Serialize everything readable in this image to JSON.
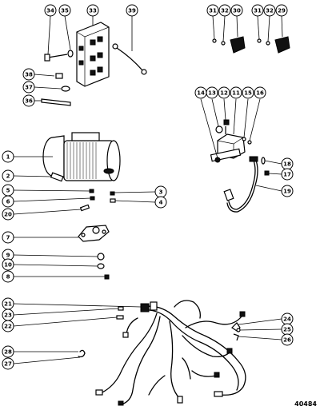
{
  "callouts": [
    {
      "label": "34"
    },
    {
      "label": "35"
    },
    {
      "label": "33"
    },
    {
      "label": "39"
    },
    {
      "label": "38"
    },
    {
      "label": "37"
    },
    {
      "label": "36"
    },
    {
      "label": "31"
    },
    {
      "label": "32"
    },
    {
      "label": "30"
    },
    {
      "label": "31"
    },
    {
      "label": "32"
    },
    {
      "label": "29"
    },
    {
      "label": "14"
    },
    {
      "label": "13"
    },
    {
      "label": "12"
    },
    {
      "label": "11"
    },
    {
      "label": "15"
    },
    {
      "label": "16"
    },
    {
      "label": "18"
    },
    {
      "label": "17"
    },
    {
      "label": "19"
    },
    {
      "label": "1"
    },
    {
      "label": "2"
    },
    {
      "label": "5"
    },
    {
      "label": "6"
    },
    {
      "label": "20"
    },
    {
      "label": "3"
    },
    {
      "label": "4"
    },
    {
      "label": "7"
    },
    {
      "label": "9"
    },
    {
      "label": "10"
    },
    {
      "label": "8"
    },
    {
      "label": "21"
    },
    {
      "label": "23"
    },
    {
      "label": "22"
    },
    {
      "label": "24"
    },
    {
      "label": "25"
    },
    {
      "label": "26"
    },
    {
      "label": "28"
    },
    {
      "label": "27"
    }
  ],
  "drawing_number": "40484"
}
